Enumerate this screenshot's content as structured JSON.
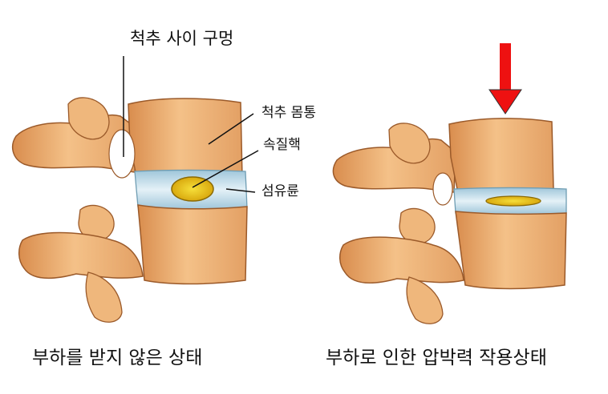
{
  "labels": {
    "foramen": "척추 사이 구멍",
    "vertebral_body": "척추 몸통",
    "nucleus": "속질핵",
    "annulus": "섬유륜"
  },
  "captions": {
    "unloaded": "부하를 받지 않은 상태",
    "loaded": "부하로 인한 압박력 작용상태"
  },
  "colors": {
    "bone": "#e9a96a",
    "bone_dark": "#c97a3e",
    "disc": "#c9e3ee",
    "nucleus": "#e6c419",
    "arrow": "#ee1111"
  },
  "icons": [
    "down-arrow-icon"
  ]
}
